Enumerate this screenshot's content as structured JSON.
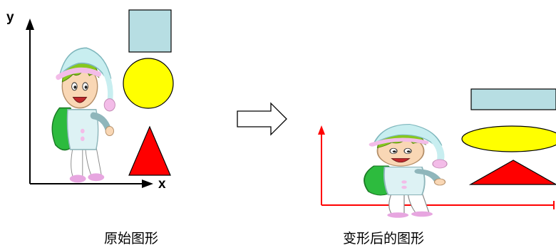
{
  "left_panel": {
    "y_axis_label": "y",
    "x_axis_label": "x",
    "caption": "原始图形"
  },
  "right_panel": {
    "caption": "变形后的图形"
  },
  "colors": {
    "square_fill": "#B7DEE3",
    "circle_fill": "#FFFF00",
    "triangle_fill": "#FF0000",
    "axis_black": "#000000",
    "axis_red": "#FF0000",
    "elf_hat": "#C8EEF0",
    "elf_hair": "#86C81E",
    "elf_skin": "#F9D7B5",
    "elf_sack": "#2DBB3E"
  },
  "icons": [
    "arrow-right-icon",
    "elf-icon"
  ]
}
